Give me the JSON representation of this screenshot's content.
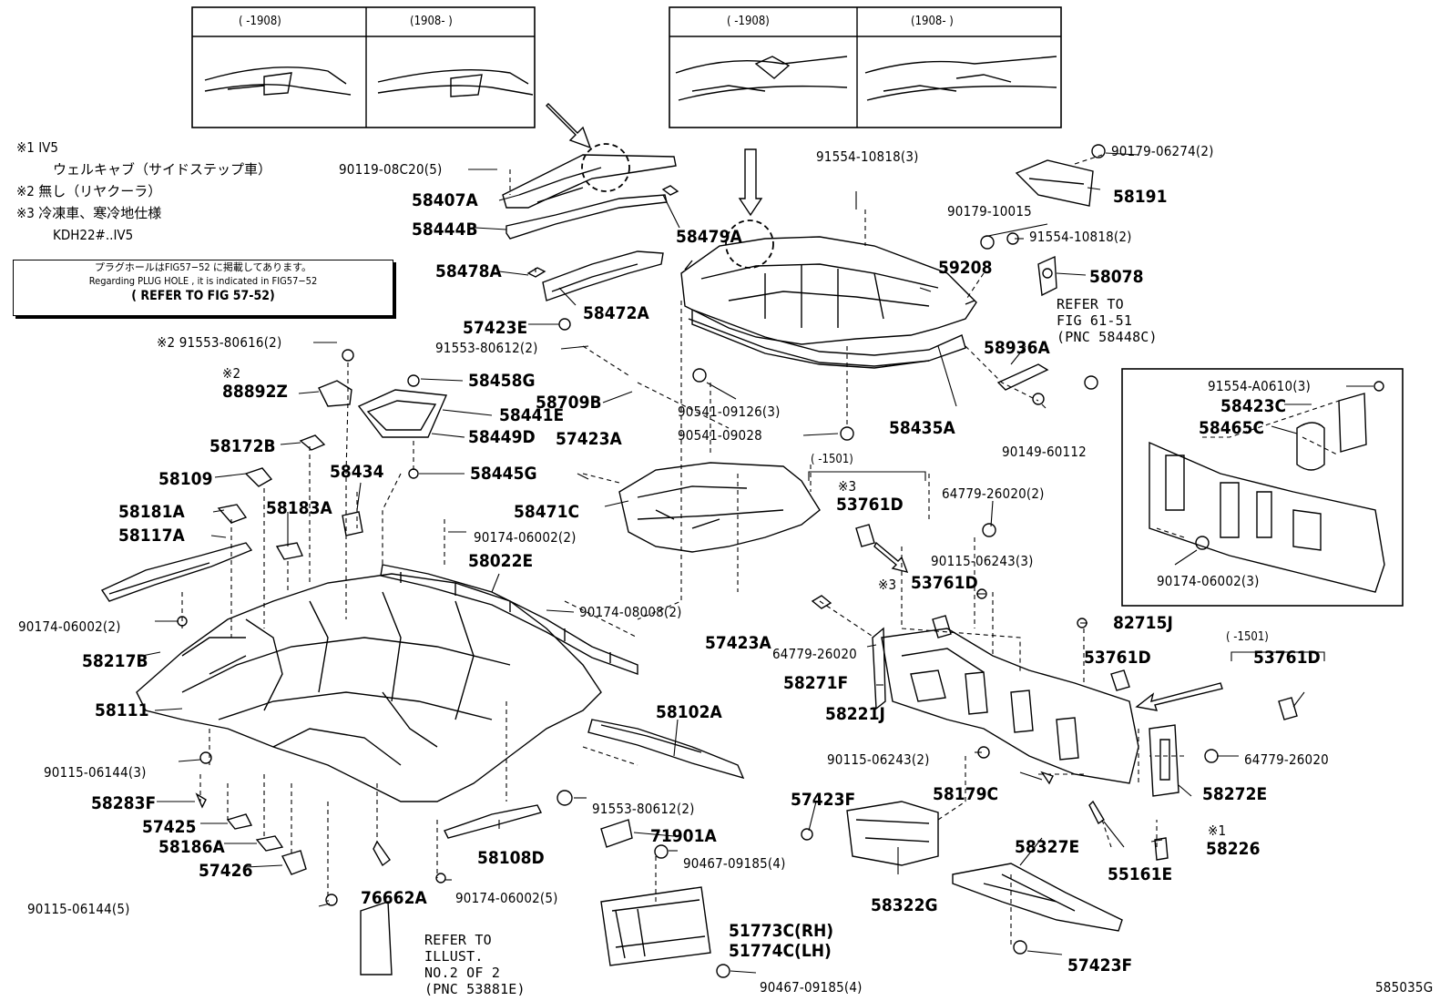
{
  "diagram_id": "585035G",
  "legend": {
    "n1_mark": "※1",
    "n1_text": "IV5",
    "n1_sub": "ウェルキャブ（サイドステップ車）",
    "n2_mark": "※2",
    "n2_text": "無し（リヤクーラ）",
    "n3_mark": "※3",
    "n3_text": "冷凍車、寒冷地仕様",
    "n3_sub": "KDH22#..IV5"
  },
  "refbox": {
    "line1": "プラグホールはFIG57−52 に掲載してあります。",
    "line2": "Regarding PLUG HOLE , it is indicated in FIG57−52",
    "line3": "( REFER TO FIG 57-52)"
  },
  "insets": {
    "left_a": "(     -1908)",
    "left_b": "(1908-     )",
    "right_a": "(     -1908)",
    "right_b": "(1908-     )"
  },
  "date_notes": {
    "d1": "(    -1501)",
    "d2": "(    -1501)"
  },
  "refer_notes": {
    "fig61_1": "REFER TO",
    "fig61_2": "FIG 61-51",
    "fig61_3": "(PNC 58448C)",
    "illust_1": "REFER TO",
    "illust_2": "ILLUST.",
    "illust_3": "NO.2 OF 2",
    "illust_4": "(PNC 53881E)"
  },
  "parts": {
    "p90119": "90119-08C20(5)",
    "p58407A": "58407A",
    "p58444B": "58444B",
    "p58479A": "58479A",
    "p58478A": "58478A",
    "p58472A": "58472A",
    "p57423E": "57423E",
    "p91553_80612a": "91553-80612(2)",
    "p91553_80616": "※2 91553-80616(2)",
    "p88892Z_mark": "※2",
    "p88892Z": "88892Z",
    "p58458G": "58458G",
    "p58441E": "58441E",
    "p58449D": "58449D",
    "p58445G": "58445G",
    "p58709B": "58709B",
    "p58172B": "58172B",
    "p58109": "58109",
    "p58434": "58434",
    "p58181A": "58181A",
    "p58183A": "58183A",
    "p58117A": "58117A",
    "p57423A_top": "57423A",
    "p58471C": "58471C",
    "p90174_06002a": "90174-06002(2)",
    "p58022E": "58022E",
    "p90174_06002b": "90174-06002(2)",
    "p90174_08008": "90174-08008(2)",
    "p57423A_mid": "57423A",
    "p58217B": "58217B",
    "p58111": "58111",
    "p58102A": "58102A",
    "p90115_06144a": "90115-06144(3)",
    "p58283F": "58283F",
    "p91553_80612b": "91553-80612(2)",
    "p57425": "57425",
    "p71901A": "71901A",
    "p58186A": "58186A",
    "p58108D": "58108D",
    "p57426": "57426",
    "p90467_09185a": "90467-09185(4)",
    "p90174_06002c": "90174-06002(5)",
    "p90115_06144b": "90115-06144(5)",
    "p76662A": "76662A",
    "p51773C": "51773C(RH)",
    "p51774C": "51774C(LH)",
    "p90467_09185b": "90467-09185(4)",
    "p91554_10818a": "91554-10818(3)",
    "p59208": "59208",
    "p90541_09126": "90541-09126(3)",
    "p90541_09028": "90541-09028",
    "p58435A": "58435A",
    "p90179_06274": "90179-06274(2)",
    "p58191": "58191",
    "p90179_10015": "90179-10015",
    "p91554_10818b": "91554-10818(2)",
    "p58078": "58078",
    "p58936A": "58936A",
    "p90149_60112": "90149-60112",
    "p91554_A0610": "91554-A0610(3)",
    "p58423C": "58423C",
    "p58465C": "58465C",
    "p90174_06002d": "90174-06002(3)",
    "p53761D_a_mark": "※3",
    "p53761D_a": "53761D",
    "p64779_26020a": "64779-26020(2)",
    "p90115_06243a": "90115-06243(3)",
    "p53761D_b_mark": "※3",
    "p53761D_b": "53761D",
    "p82715J": "82715J",
    "p64779_26020b": "64779-26020",
    "p58271F": "58271F",
    "p58221J": "58221J",
    "p53761D_c": "53761D",
    "p53761D_d": "53761D",
    "p90115_06243b": "90115-06243(2)",
    "p64779_26020c": "64779-26020",
    "p58179C": "58179C",
    "p58272E": "58272E",
    "p57423F_a": "57423F",
    "p58327E": "58327E",
    "p58226_mark": "※1",
    "p58226": "58226",
    "p55161E": "55161E",
    "p58322G": "58322G",
    "p57423F_b": "57423F"
  }
}
